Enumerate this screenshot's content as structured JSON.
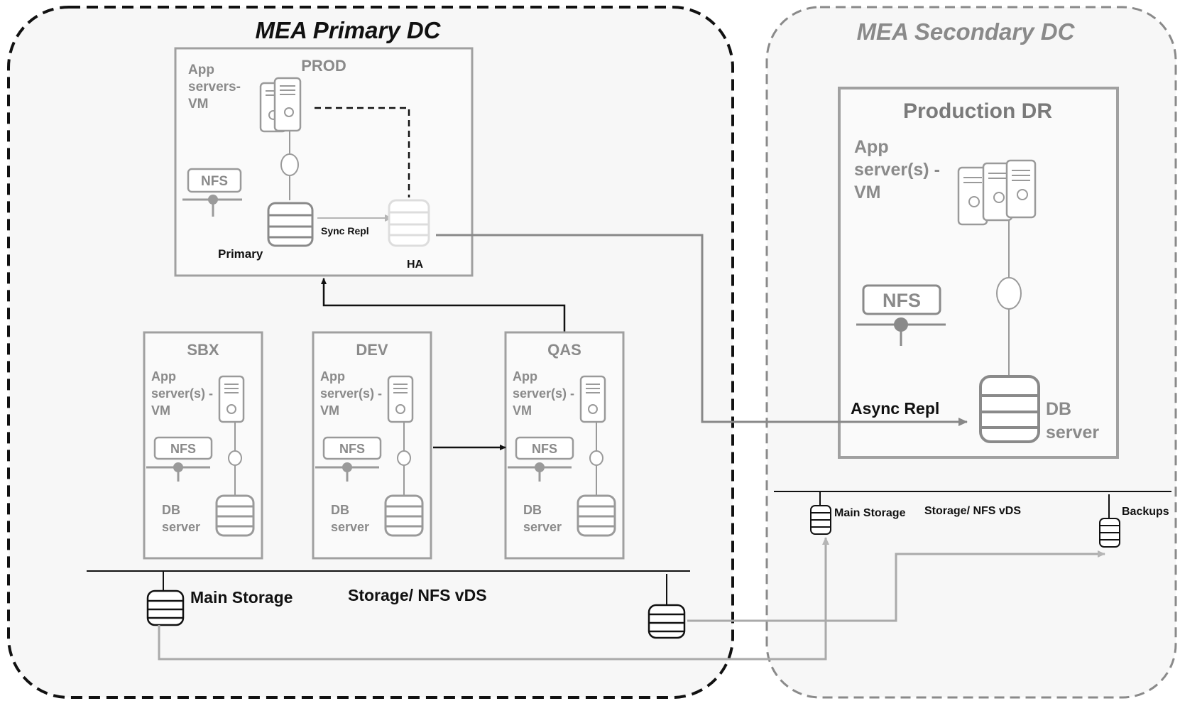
{
  "primary_dc": {
    "title": "MEA Primary DC",
    "prod": {
      "title": "PROD",
      "app_label": [
        "App",
        "servers-",
        "VM"
      ],
      "nfs": "NFS",
      "sync_label": "Sync Repl",
      "primary_label": "Primary",
      "ha_label": "HA"
    },
    "envs": [
      {
        "title": "SBX",
        "app_label": [
          "App",
          "server(s) -",
          "VM"
        ],
        "nfs": "NFS",
        "db_label": [
          "DB",
          "server"
        ]
      },
      {
        "title": "DEV",
        "app_label": [
          "App",
          "server(s) -",
          "VM"
        ],
        "nfs": "NFS",
        "db_label": [
          "DB",
          "server"
        ]
      },
      {
        "title": "QAS",
        "app_label": [
          "App",
          "server(s) -",
          "VM"
        ],
        "nfs": "NFS",
        "db_label": [
          "DB",
          "server"
        ]
      }
    ],
    "storage": {
      "main": "Main Storage",
      "vds": "Storage/ NFS vDS"
    }
  },
  "secondary_dc": {
    "title": "MEA Secondary DC",
    "dr": {
      "title": "Production DR",
      "app_label": [
        "App",
        "server(s) -",
        "VM"
      ],
      "nfs": "NFS",
      "async_label": "Async Repl",
      "db_label": [
        "DB",
        "server"
      ]
    },
    "storage": {
      "main": "Main Storage",
      "vds": "Storage/ NFS vDS",
      "backups": "Backups"
    }
  },
  "colors": {
    "dark": "#111111",
    "mid": "#8a8a8a",
    "light": "#b5b5b5",
    "lighter": "#dddddd",
    "panel": "#f7f7f7",
    "line": "#999999"
  }
}
